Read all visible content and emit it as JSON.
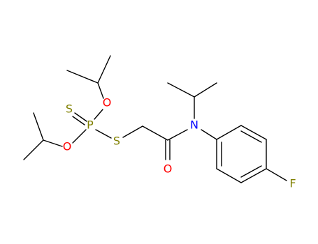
{
  "molecule": {
    "atoms": [
      {
        "id": "S_thiono",
        "symbol": "S",
        "color": "#808000"
      },
      {
        "id": "P",
        "symbol": "P",
        "color": "#808000"
      },
      {
        "id": "O_upper",
        "symbol": "O",
        "color": "#ff0000"
      },
      {
        "id": "O_lower",
        "symbol": "O",
        "color": "#ff0000"
      },
      {
        "id": "S_thio",
        "symbol": "S",
        "color": "#808000"
      },
      {
        "id": "O_carbonyl",
        "symbol": "O",
        "color": "#ff0000"
      },
      {
        "id": "N",
        "symbol": "N",
        "color": "#0000ff"
      },
      {
        "id": "F",
        "symbol": "F",
        "color": "#808000"
      }
    ],
    "colors": {
      "bond": "#000000",
      "sulfur": "#808000",
      "phosphorus": "#808000",
      "oxygen": "#ff0000",
      "nitrogen": "#0000ff",
      "fluorine": "#808000"
    }
  }
}
